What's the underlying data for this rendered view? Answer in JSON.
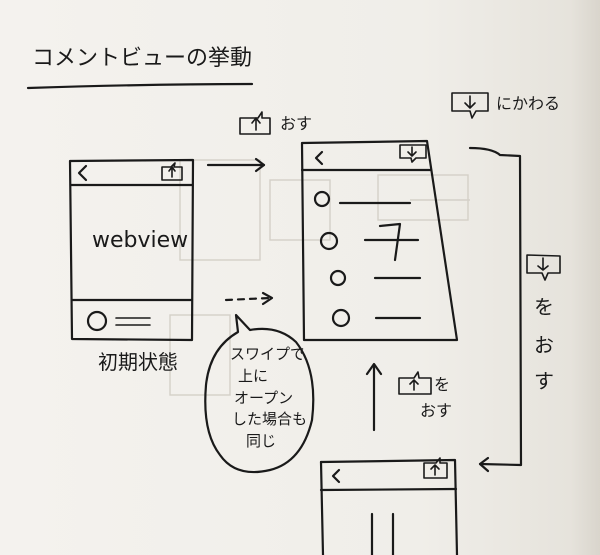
{
  "title": "コメントビューの挙動",
  "initial_label": "初期状態",
  "webview_label": "webview",
  "press_up": "おす",
  "swipe_note": [
    "スワイプで",
    "上に",
    "オープン",
    "した場合も",
    "同じ"
  ],
  "switch_label": "にかわる",
  "press_down_wo": "を",
  "press_down_osu": [
    "お",
    "す"
  ],
  "press_up_wo": "を",
  "press_up_osu": "おす",
  "back_glyph": "<",
  "icons": [
    "share-up-icon",
    "share-down-icon"
  ]
}
